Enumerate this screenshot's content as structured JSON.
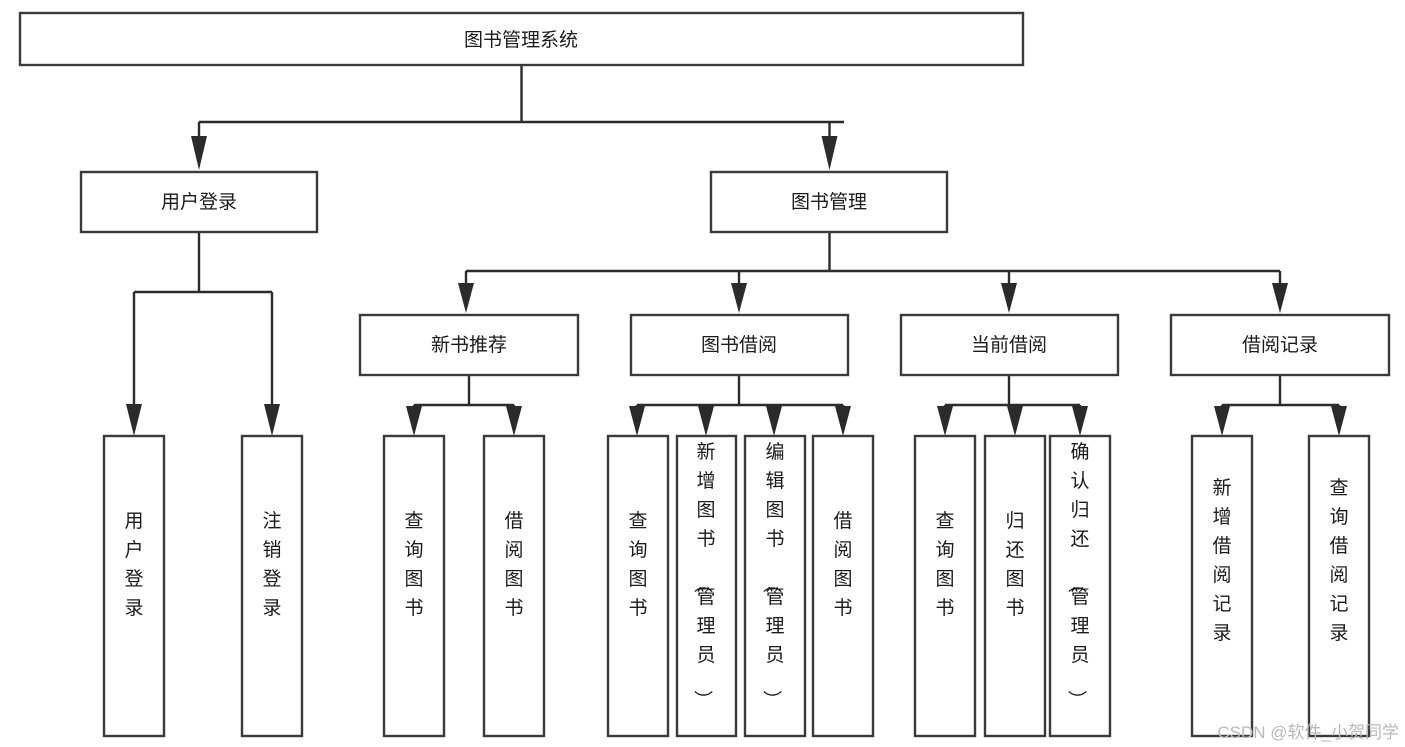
{
  "diagram": {
    "title": "图书管理系统",
    "type": "tree-hierarchy",
    "colors": {
      "box_stroke": "#3a3a3a",
      "box_fill": "#ffffff",
      "connector": "#2b2b2b",
      "text": "#1b1b1b",
      "background": "#ffffff",
      "watermark": "#b9b9b9"
    },
    "nodes": {
      "root": {
        "label": "图书管理系统"
      },
      "level2": [
        {
          "label": "用户登录"
        },
        {
          "label": "图书管理"
        }
      ],
      "level3": [
        {
          "label": "新书推荐"
        },
        {
          "label": "图书借阅"
        },
        {
          "label": "当前借阅"
        },
        {
          "label": "借阅记录"
        }
      ],
      "leaves_user_login": [
        {
          "label": "用户登录"
        },
        {
          "label": "注销登录"
        }
      ],
      "leaves_new_books": [
        {
          "label": "查询图书"
        },
        {
          "label": "借阅图书"
        }
      ],
      "leaves_borrow": [
        {
          "label": "查询图书"
        },
        {
          "label": "新增图书（管理员）"
        },
        {
          "label": "编辑图书（管理员）"
        },
        {
          "label": "借阅图书"
        }
      ],
      "leaves_current": [
        {
          "label": "查询图书"
        },
        {
          "label": "归还图书"
        },
        {
          "label": "确认归还（管理员）"
        }
      ],
      "leaves_records": [
        {
          "label": "新增借阅记录"
        },
        {
          "label": "查询借阅记录"
        }
      ]
    },
    "watermark": "CSDN @软件_小贺同学"
  }
}
